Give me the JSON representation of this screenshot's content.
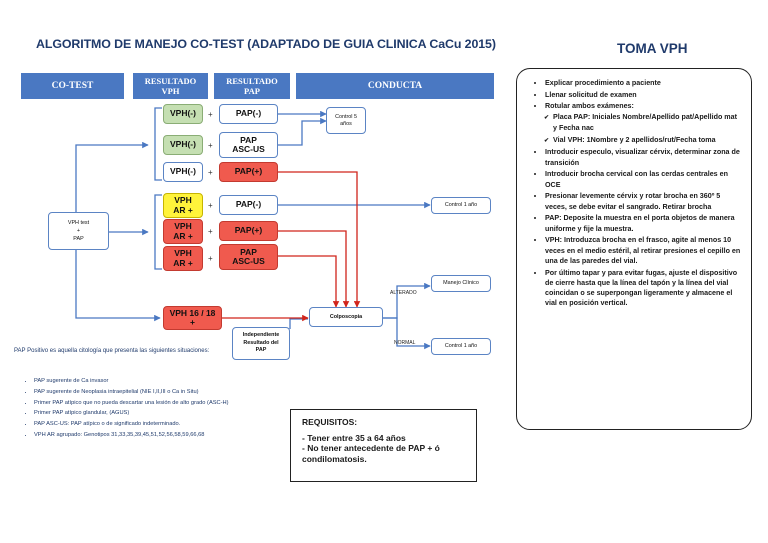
{
  "title": "ALGORITMO DE MANEJO CO-TEST (ADAPTADO DE GUIA CLINICA  CaCu 2015)",
  "headers": {
    "cotest": "CO-TEST",
    "resultado_vph": [
      "RESULTADO",
      "VPH"
    ],
    "resultado_pap": [
      "RESULTADO",
      "PAP"
    ],
    "conducta": "CONDUCTA"
  },
  "nodes": {
    "start": [
      "VPH test",
      "+",
      "PAP"
    ],
    "vph_neg_1": "VPH(-)",
    "vph_neg_2": "VPH(-)",
    "vph_neg_3": "VPH(-)",
    "vph_ar_yellow": [
      "VPH",
      "AR +"
    ],
    "vph_ar_red_1": [
      "VPH",
      "AR +"
    ],
    "vph_ar_red_2": [
      "VPH",
      "AR +"
    ],
    "pap_neg_1": "PAP(-)",
    "pap_ascus_1": [
      "PAP",
      "ASC-US"
    ],
    "pap_pos_1": "PAP(+)",
    "pap_neg_2": "PAP(-)",
    "pap_pos_2": "PAP(+)",
    "pap_ascus_2": [
      "PAP",
      "ASC-US"
    ],
    "vph_16_18": [
      "VPH 16 / 18",
      "+"
    ],
    "independiente": [
      "Independiente",
      "Resultado del",
      "PAP"
    ],
    "control_5": [
      "Control 5",
      "años"
    ],
    "control_1_a": "Control 1 año",
    "manejo_clinico": "Manejo Clínico",
    "colposcopia": "Colposcopia",
    "control_1_b": "Control 1 año",
    "plus": "+"
  },
  "edge_labels": {
    "alterado": "ALTERADO",
    "normal": "NORMAL"
  },
  "pap_definition": "PAP Positivo es aquella citología que presenta las siguientes situaciones:",
  "pap_list": [
    "PAP sugerente de Ca invasor",
    "PAP sugerente de Neoplasia intraepitelial (NIE I,II,III o Ca in Situ)",
    "Primer PAP atípico que no pueda descartar una lesión de alto grado (ASC-H)",
    "Primer PAP atípico glandular, (AGUS)",
    "PAP ASC-US: PAP atípico o de significado indeterminado.",
    "VPH AR agrupado: Genotipos 31,33,35,39,45,51,52,56,58,59,66,68"
  ],
  "requisitos": {
    "title": "REQUISITOS:",
    "items": [
      "- Tener entre 35 a 64 años",
      "- No tener antecedente de PAP + ó condilomatosis."
    ]
  },
  "toma_vph": {
    "title": "TOMA VPH",
    "items": [
      {
        "text": "Explicar procedimiento a paciente"
      },
      {
        "text": "Llenar solicitud de examen"
      },
      {
        "text": "Rotular ambos exámenes:",
        "sub": [
          "Placa PAP: Iniciales Nombre/Apellido pat/Apellido mat y Fecha nac",
          "Vial VPH: 1Nombre y 2 apellidos/rut/Fecha toma"
        ]
      },
      {
        "text": "Introducir especulo, visualizar cérvix, determinar zona de transición"
      },
      {
        "text": "Introducir brocha cervical con las cerdas centrales en OCE"
      },
      {
        "text": "Presionar levemente cérvix y rotar brocha en 360º 5 veces, se debe evitar el sangrado. Retirar brocha"
      },
      {
        "text": "PAP: Deposite la muestra en el porta objetos de manera uniforme y fije la muestra."
      },
      {
        "text": "VPH: Introduzca brocha en el frasco, agite al menos 10 veces en el medio estéril, al retirar presiones el cepillo en una de las paredes del vial."
      },
      {
        "text": "Por último tapar y para evitar fugas, ajuste el dispositivo de cierre hasta que la línea del tapón y la línea del vial coincidan o se superpongan ligeramente y almacene el vial en posición vertical."
      }
    ]
  },
  "colors": {
    "header_blue": "#4a78c2",
    "title_navy": "#1f3a6b",
    "green": "#c5dfb2",
    "red": "#f05a4e",
    "yellow": "#fff33b",
    "arrow_blue": "#4a78c2",
    "arrow_red": "#d0241b"
  }
}
